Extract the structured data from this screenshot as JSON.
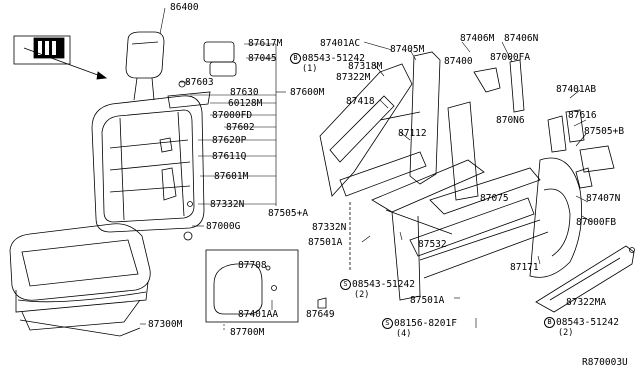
{
  "callouts": {
    "p86400": "86400",
    "p87617M": "87617M",
    "p87045": "87045",
    "p87603": "87603",
    "p87630": "87630",
    "p60128M": "60128M",
    "p87600M": "87600M",
    "p87000FD": "87000FD",
    "p87602": "87602",
    "p87620P": "87620P",
    "p87611Q": "87611Q",
    "p87601M": "87601M",
    "p87332N_left": "87332N",
    "p87000G": "87000G",
    "p87300M": "87300M",
    "p87708": "87708",
    "p87401AA": "87401AA",
    "p87649": "87649",
    "p87700M": "87700M",
    "p87401AC": "87401AC",
    "p87405M": "87405M",
    "p08543_top": "08543-51242",
    "q08543_top": "(1)",
    "p87318M": "87318M",
    "p87322M": "87322M",
    "p87418": "87418",
    "p87400": "87400",
    "p87406M": "87406M",
    "p87406N": "87406N",
    "p87000FA": "87000FA",
    "p87401AB": "87401AB",
    "p87112": "87112",
    "p87616": "87616",
    "p87505B": "87505+B",
    "p870N6": "870N6",
    "p87075": "87075",
    "p87407N": "87407N",
    "p87505A": "87505+A",
    "p87332N_mid": "87332N",
    "p87501A_mid": "87501A",
    "p87532": "87532",
    "p87000FB": "87000FB",
    "p08543_mid": "08543-51242",
    "q08543_mid": "(2)",
    "p87171": "87171",
    "p87501A_low": "87501A",
    "p08156": "08156-8201F",
    "q08156": "(4)",
    "p87322MA": "87322MA",
    "p08543_right": "08543-51242",
    "q08543_right": "(2)",
    "ref_code": "R870003U"
  },
  "symbols": {
    "screw_letter": "S",
    "bolt_letter": "B"
  }
}
